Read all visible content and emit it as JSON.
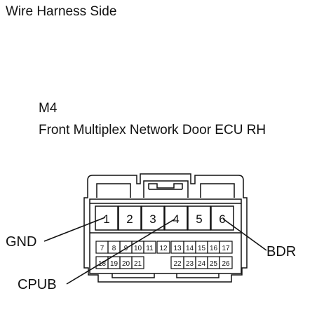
{
  "header": "Wire Harness Side",
  "connector": {
    "code": "M4",
    "name": "Front Multiplex Network Door ECU RH",
    "top_row_pins": [
      "1",
      "2",
      "3",
      "4",
      "5",
      "6"
    ],
    "middle_row_pins": [
      "7",
      "8",
      "9",
      "10",
      "11",
      "12",
      "13",
      "14",
      "15",
      "16",
      "17"
    ],
    "bottom_left_pins": [
      "18",
      "19",
      "20",
      "21"
    ],
    "bottom_right_pins": [
      "22",
      "23",
      "24",
      "25",
      "26"
    ]
  },
  "callouts": {
    "gnd": "GND",
    "cpub": "CPUB",
    "bdr": "BDR"
  }
}
